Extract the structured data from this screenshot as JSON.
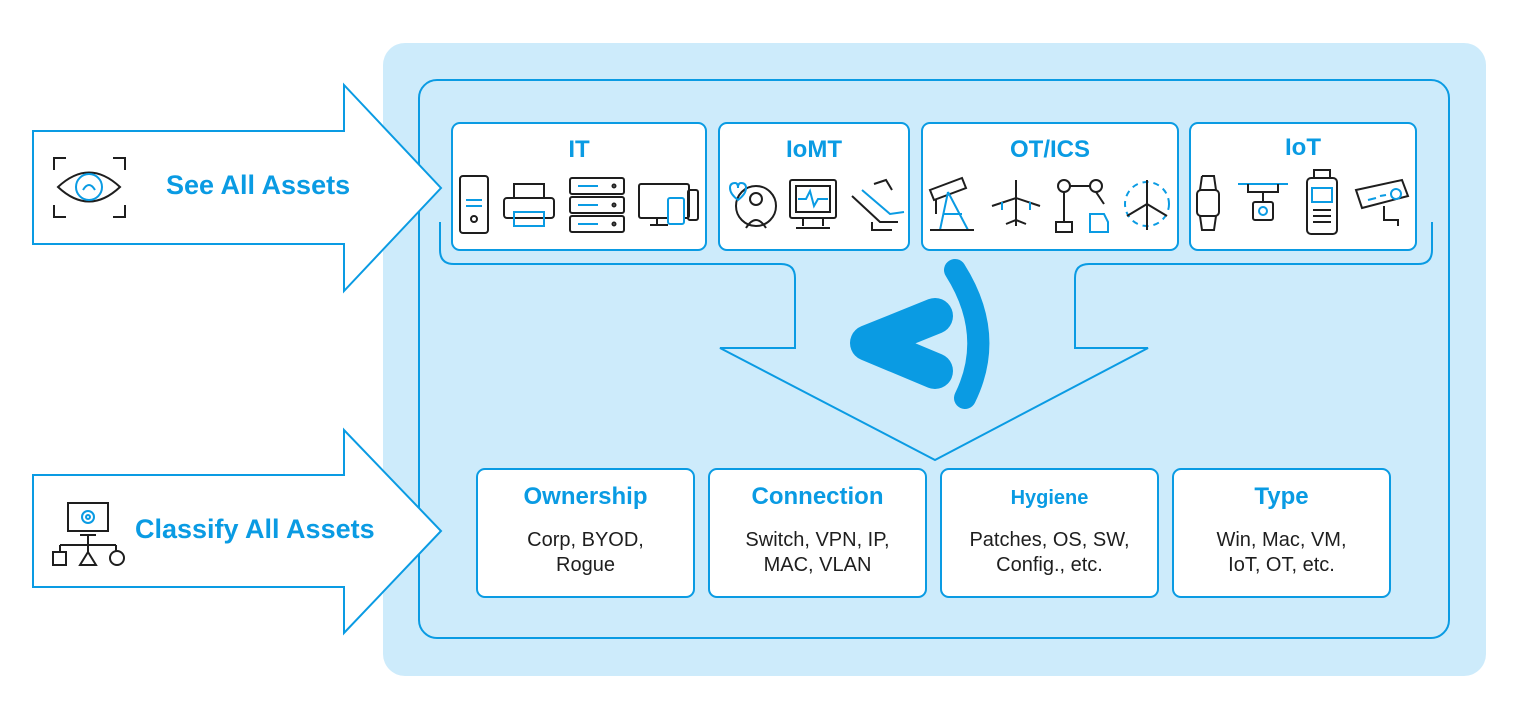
{
  "arrows": {
    "see": {
      "label": "See All Assets",
      "icon": "eye-scan-icon"
    },
    "classify": {
      "label": "Classify All Assets",
      "icon": "hierarchy-gear-icon"
    }
  },
  "categories": [
    {
      "title": "IT",
      "icons": [
        "desktop-tower-icon",
        "printer-icon",
        "server-rack-icon",
        "monitor-tablet-icon"
      ]
    },
    {
      "title": "IoMT",
      "icons": [
        "mri-scanner-icon",
        "patient-monitor-icon",
        "medical-chair-icon"
      ]
    },
    {
      "title": "OT/ICS",
      "icons": [
        "oil-pump-icon",
        "airplane-icon",
        "robot-arm-icon",
        "wind-turbine-icon"
      ]
    },
    {
      "title": "IoT",
      "icons": [
        "smartwatch-icon",
        "drone-camera-icon",
        "payment-terminal-icon",
        "security-camera-icon"
      ]
    }
  ],
  "logo": {
    "icon": "brand-logo-icon"
  },
  "attributes": [
    {
      "title": "Ownership",
      "desc_lines": [
        "Corp, BYOD,",
        "Rogue"
      ]
    },
    {
      "title": "Connection",
      "desc_lines": [
        "Switch, VPN, IP,",
        "MAC, VLAN"
      ]
    },
    {
      "title": "Hygiene",
      "desc_lines": [
        "Patches, OS, SW,",
        "Config., etc."
      ]
    },
    {
      "title": "Type",
      "desc_lines": [
        "Win, Mac, VM,",
        "IoT, OT, etc."
      ]
    }
  ],
  "colors": {
    "accent": "#0a9be3",
    "panel": "#cdebfb",
    "ink": "#1e1e1e",
    "white": "#ffffff"
  }
}
